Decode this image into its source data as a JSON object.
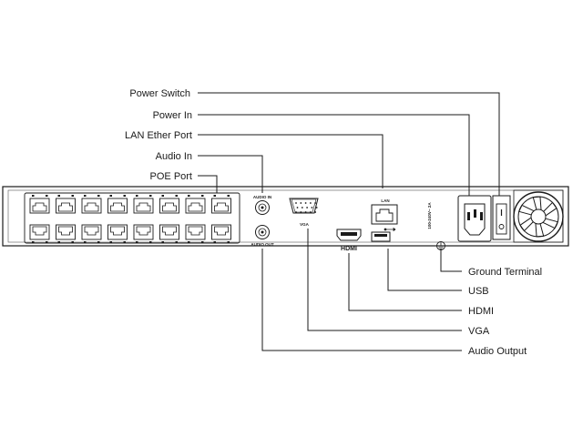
{
  "callouts_left": {
    "power_switch": "Power Switch",
    "power_in": "Power In",
    "lan_ether_port": "LAN Ether Port",
    "audio_in": "Audio In",
    "poe_port": "POE Port"
  },
  "callouts_right": {
    "ground_terminal": "Ground Terminal",
    "usb": "USB",
    "hdmi": "HDMI",
    "vga": "VGA",
    "audio_output": "Audio Output"
  },
  "panel": {
    "audio_in_label": "AUDIO IN",
    "audio_out_label": "AUDIO OUT",
    "vga_label": "VGA",
    "hdmi_logo": "HDMI",
    "lan_label": "LAN",
    "power_rating": "100-240V~ 2A"
  },
  "icons": {
    "usb": "usb-icon",
    "ground": "ground-icon",
    "fan": "fan-icon"
  }
}
